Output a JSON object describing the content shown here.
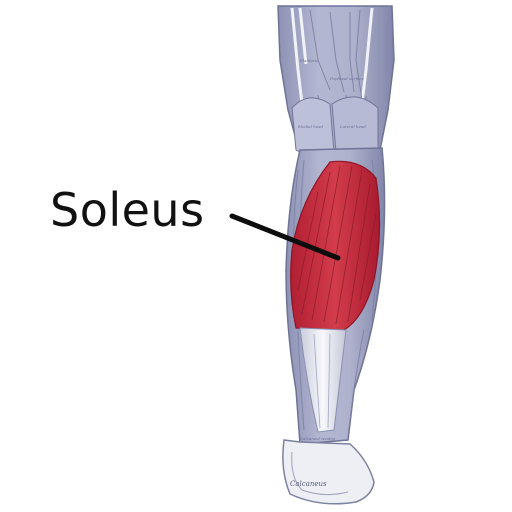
{
  "label": {
    "text": "Soleus"
  },
  "engraving_text": {
    "upper_left": "Plantaris",
    "upper_mid": "Popliteal surface",
    "head_left": "Medial head",
    "head_right": "Lateral head",
    "ankle": "Calcaneal tendon",
    "heel": "Calcaneus"
  },
  "colors": {
    "highlight": "#c8303f",
    "highlight_dark": "#9c1c2b",
    "muscle_base": "#a9aecb",
    "muscle_shadow": "#7e83a6",
    "tendon": "#eef0f6",
    "pointer": "#0d0d0d"
  }
}
